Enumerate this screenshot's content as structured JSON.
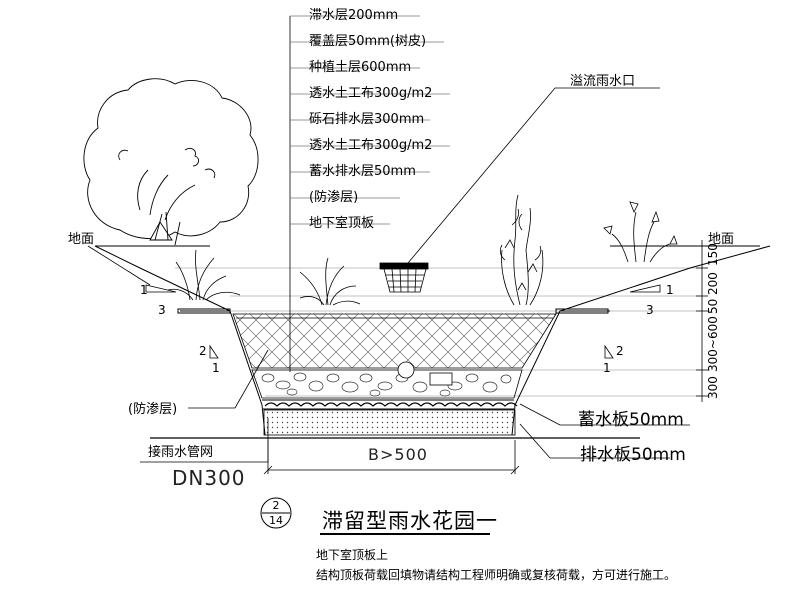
{
  "layers": [
    "滞水层200mm",
    "覆盖层50mm(树皮)",
    "种植土层600mm",
    "透水土工布300g/m2",
    "砾石排水层300mm",
    "透水土工布300g/m2",
    "蓄水排水层50mm",
    "(防渗层)",
    "地下室顶板"
  ],
  "labels": {
    "overflow": "溢流雨水口",
    "ground_left": "地面",
    "ground_right": "地面",
    "liner": "(防渗层)",
    "storage_board": "蓄水板50mm",
    "drain_board": "排水板50mm",
    "pipe_net": "接雨水管网",
    "dn": "DN300",
    "width": "B>500"
  },
  "slopes": {
    "a1": "1",
    "a3": "3",
    "b1": "1",
    "b3": "3",
    "c2": "2",
    "c1": "1",
    "d2": "2",
    "d1": "1"
  },
  "dims": [
    "150",
    "200",
    "50",
    "300~600",
    "300"
  ],
  "detail": {
    "top": "2",
    "bottom": "14"
  },
  "title": "滞留型雨水花园一",
  "notes": [
    "地下室顶板上",
    "结构顶板荷载回填物请结构工程师明确或复核荷载，方可进行施工。"
  ]
}
